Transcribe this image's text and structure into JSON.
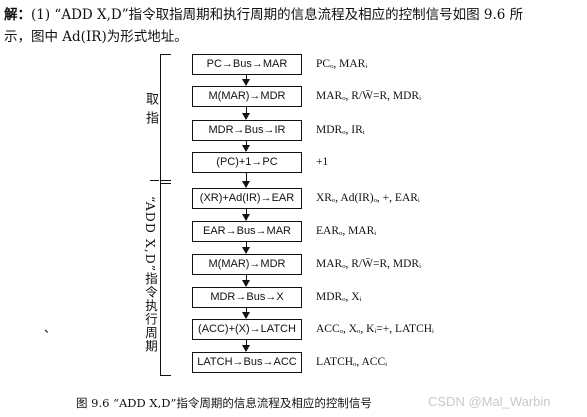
{
  "intro": {
    "prefix": "解：",
    "line1": "(1) “ADD X,D”指令取指周期和执行周期的信息流程及相应的控制信号如图 9.6 所",
    "line2": "示，图中 Ad(IR)为形式地址。"
  },
  "phases": {
    "fetch_label": "取指",
    "exec_label": "“ADD X,D”指令执行周期"
  },
  "steps": [
    {
      "op": "PC→Bus→MAR",
      "signals": "PCₒ, MARᵢ"
    },
    {
      "op": "M(MAR)→MDR",
      "signals": "MARₒ, R/W̄=R, MDRᵢ"
    },
    {
      "op": "MDR→Bus→IR",
      "signals": "MDRₒ, IRᵢ"
    },
    {
      "op": "(PC)+1→PC",
      "signals": "+1"
    },
    {
      "op": "(XR)+Ad(IR)→EAR",
      "signals": "XRₒ, Ad(IR)ₒ, +, EARᵢ"
    },
    {
      "op": "EAR→Bus→MAR",
      "signals": "EARₒ, MARᵢ"
    },
    {
      "op": "M(MAR)→MDR",
      "signals": "MARₒ, R/W̄=R, MDRᵢ"
    },
    {
      "op": "MDR→Bus→X",
      "signals": "MDRₒ, Xᵢ"
    },
    {
      "op": "(ACC)+(X)→LATCH",
      "signals": "ACCₒ, Xₒ, Kᵢ=+, LATCHᵢ"
    },
    {
      "op": "LATCH→Bus→ACC",
      "signals": "LATCHₒ, ACCᵢ"
    }
  ],
  "caption": "图 9.6  “ADD X,D”指令周期的信息流程及相应的控制信号",
  "watermark": "CSDN @Mal_Warbin",
  "stray_mark": "、"
}
